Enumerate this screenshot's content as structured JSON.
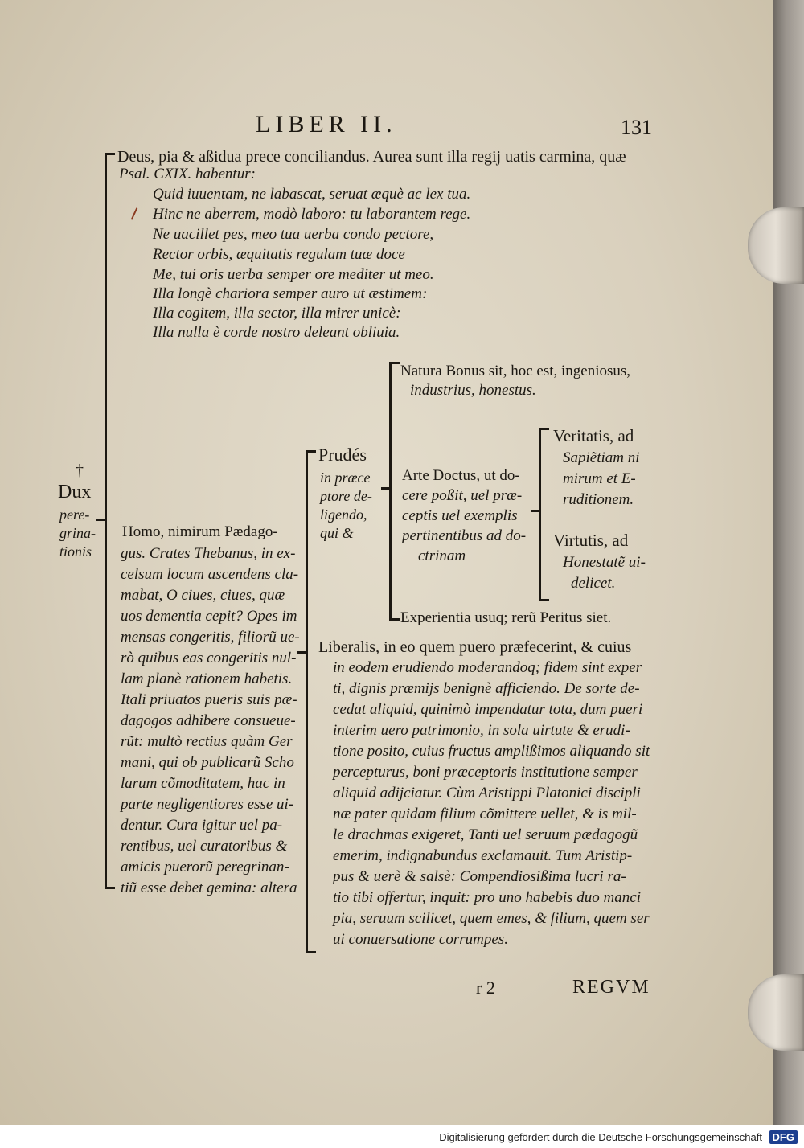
{
  "header": {
    "title": "LIBER II.",
    "page_number": "131"
  },
  "deus": {
    "line1": "Deus, pia & aßidua prece conciliandus. Aurea sunt illa regij uatis carmina, quæ",
    "line2": "Psal. CXIX. habentur:",
    "verses": [
      "Quid iuuentam, ne labascat, seruat æquè ac lex tua.",
      "Hinc ne aberrem, modò laboro: tu laborantem rege.",
      "Ne uacillet pes, meo tua uerba condo pectore,",
      "Rector orbis, æquitatis regulam tuæ doce",
      "Me, tui oris uerba semper ore mediter ut meo.",
      "Illa longè chariora semper auro ut æstimem:",
      "Illa cogitem, illa sector, illa mirer unicè:",
      "Illa nulla è corde nostro deleant obliuia."
    ]
  },
  "dux": {
    "cross": "†",
    "lines": [
      "Dux",
      "pere-",
      "grina-",
      "tionis"
    ]
  },
  "homo": {
    "lines": [
      "Homo, nimirum Pædago-",
      "gus. Crates Thebanus, in ex-",
      "celsum locum ascendens cla-",
      "mabat, O ciues, ciues, quæ",
      "uos dementia cepit? Opes im",
      "mensas congeritis, filiorũ ue-",
      "rò quibus eas congeritis nul-",
      "lam planè rationem habetis.",
      "Itali priuatos pueris suis pæ-",
      "dagogos adhibere consueue-",
      "rũt: multò rectius quàm Ger",
      "mani, qui ob publicarũ Scho",
      "larum cõmoditatem, hac in",
      "parte negligentiores esse ui-",
      "dentur. Cura igitur uel pa-",
      "rentibus, uel curatoribus &",
      "amicis puerorũ peregrinan-",
      "tiũ esse debet gemina: altera"
    ]
  },
  "prudens": {
    "lines": [
      "Prudés",
      "in præce",
      "ptore de-",
      "ligendo,",
      "qui &"
    ]
  },
  "natura": {
    "lines": [
      "Natura Bonus sit, hoc est, ingeniosus,",
      "industrius, honestus."
    ]
  },
  "arte": {
    "lines": [
      "Arte Doctus, ut do-",
      "cere poßit, uel præ-",
      "ceptis uel exemplis",
      "pertinentibus ad do-",
      "ctrinam"
    ]
  },
  "veritatis": {
    "lines": [
      "Veritatis, ad",
      "Sapiẽtiam ni",
      "mirum et E-",
      "ruditionem."
    ]
  },
  "virtutis": {
    "lines": [
      "Virtutis, ad",
      "Honestatẽ ui-",
      "delicet."
    ]
  },
  "experientia": {
    "text": "Experientia usuq; rerũ Peritus siet."
  },
  "liberalis": {
    "lines": [
      "Liberalis, in eo quem puero præfecerint, & cuius",
      "in eodem erudiendo moderandoq; fidem sint exper",
      "ti, dignis præmijs benignè afficiendo. De sorte de-",
      "cedat aliquid, quinimò impendatur tota, dum pueri",
      "interim uero patrimonio, in sola uirtute & erudi-",
      "tione posito, cuius fructus amplißimos aliquando sit",
      "percepturus, boni præceptoris institutione semper",
      "aliquid adijciatur. Cùm Aristippi Platonici discipli",
      "næ pater quidam filium cõmittere uellet, & is mil-",
      "le drachmas exigeret, Tanti uel seruum pædagogũ",
      "emerim, indignabundus exclamauit. Tum Aristip-",
      "pus & uerè & salsè: Compendiosißima lucri ra-",
      "tio tibi offertur, inquit: pro uno habebis duo manci",
      "pia, seruum scilicet, quem emes, & filium, quem ser",
      "ui conuersatione corrumpes."
    ]
  },
  "signature": "r 2",
  "catchword": "REGVM",
  "footer": {
    "text": "Digitalisierung gefördert durch die Deutsche Forschungsgemeinschaft",
    "logo": "DFG"
  }
}
